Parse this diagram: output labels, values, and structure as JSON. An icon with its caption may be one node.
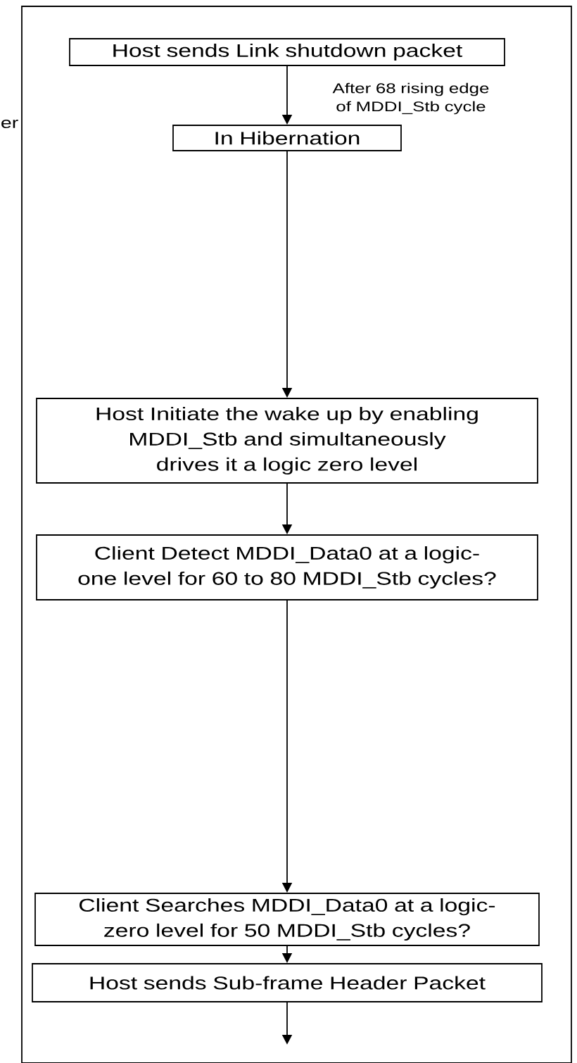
{
  "diagram": {
    "nodes": [
      {
        "text": [
          "Host sends Link shutdown packet"
        ]
      },
      {
        "text": [
          "In Hibernation"
        ]
      },
      {
        "text": [
          "Host Initiate the wake up by enabling MDDI_Stb and simultaneously drives it a logic zero level"
        ]
      },
      {
        "text": [
          "Client Detect MDDI_Data0 at a logic-one level for 60 to 80 MDDI_Stb cycles?"
        ]
      },
      {
        "text": [
          "Client Searches MDDI_Data0 at a logic-zero level for 50 MDDI_Stb cycles?"
        ]
      },
      {
        "text": [
          "Host sends Sub-frame Header Packet"
        ]
      }
    ],
    "edges": [
      {
        "from": 0,
        "to": 1,
        "arrow": "to",
        "label": "After 68 rising edge of MDDI_Stb cycle"
      },
      {
        "from": 1,
        "to": 2,
        "arrow": "to"
      },
      {
        "from": 2,
        "to": 3,
        "arrow": "to"
      },
      {
        "from": 3,
        "to": 4,
        "arrow": "to"
      },
      {
        "from": 4,
        "to": 5,
        "arrow": "to"
      },
      {
        "from": 5,
        "to": null,
        "arrow": "to"
      }
    ],
    "labels": [
      "er"
    ]
  }
}
